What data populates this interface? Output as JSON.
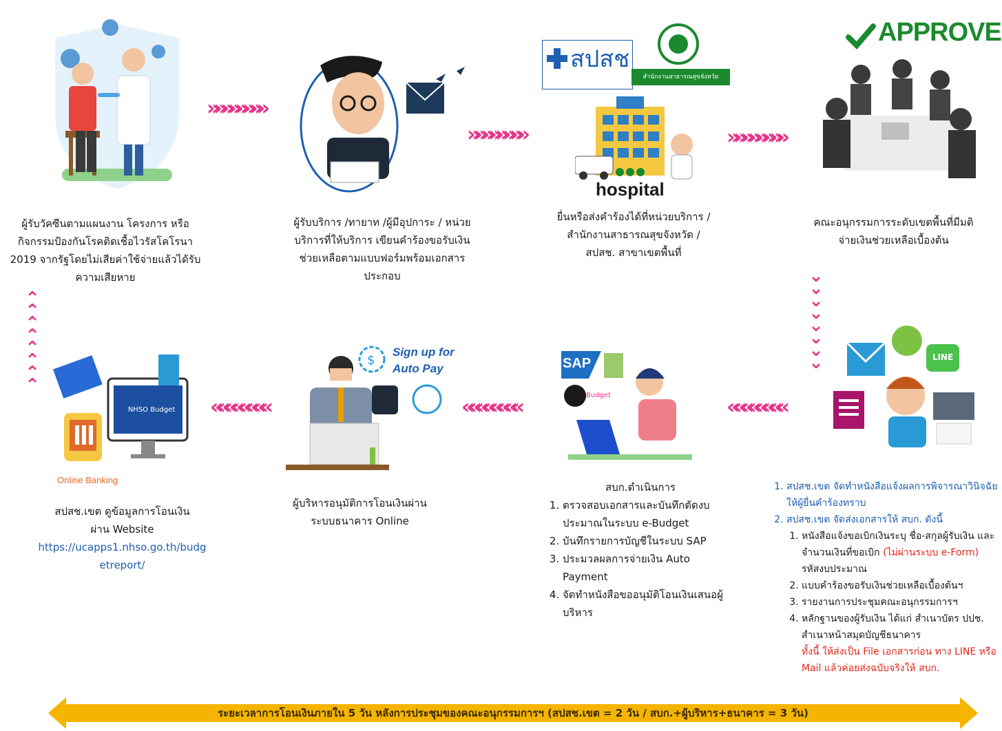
{
  "steps": {
    "s1": "ผู้รับวัคซีนตามแผนงาน โครงการ หรือกิจกรรมป้องกันโรคติดเชื้อไวรัสโคโรนา 2019 จากรัฐโดยไม่เสียค่าใช้จ่ายแล้วได้รับความเสียหาย",
    "s2": "ผู้รับบริการ /ทายาท /ผู้มีอุปการะ / หน่วยบริการที่ให้บริการ เขียนคำร้องขอรับเงินช่วยเหลือตามแบบฟอร์มพร้อมเอกสารประกอบ",
    "s3": "ยื่นหรือส่งคำร้องได้ที่หน่วยบริการ /สำนักงานสาธารณสุขจังหวัด / สปสช. สาขาเขตพื้นที่",
    "s4": "คณะอนุกรรมการระดับเขตพื้นที่มีมติจ่ายเงินช่วยเหลือเบื้องต้น",
    "s6_title": "สบก.ดำเนินการ",
    "s6_items": [
      "ตรวจสอบเอกสารและบันทึกตัดงบประมาณในระบบ e-Budget",
      "บันทึกรายการบัญชีในระบบ SAP",
      "ประมวลผลการจ่ายเงิน Auto Payment",
      "จัดทำหนังสือขออนุมัติโอนเงินเสนอผู้บริหาร"
    ],
    "s7": "ผู้บริหารอนุมัติการโอนเงินผ่านระบบธนาคาร Online",
    "s8_line1": "สปสช.เขต ดูข้อมูลการโอนเงิน",
    "s8_line2": "ผ่าน Website",
    "s8_link": "https://ucapps1.nhso.go.th/budgetreport/"
  },
  "step5": {
    "item1": "สปสช.เขต จัดทำหนังสือแจ้งผลการพิจารณาวินิจฉัยให้ผู้ยื่นคำร้องทราบ",
    "item2": "สปสช.เขต จัดส่งเอกสารให้ สบก. ดังนี้",
    "sub1_a": "หนังสือแจ้งขอเบิกเงินระบุ ชื่อ-สกุลผู้รับเงิน และจำนวนเงินที่ขอเบิก",
    "sub1_red": "(ไม่ผ่านระบบ e-Form)",
    "sub1_b": "รหัสงบประมาณ",
    "sub2": "แบบคำร้องขอรับเงินช่วยเหลือเบื้องต้นฯ",
    "sub3": "รายงานการประชุมคณะอนุกรรมการฯ",
    "sub4": "หลักฐานของผู้รับเงิน ได้แก่ สำเนาบัตร ปปช. สำเนาหน้าสมุดบัญชีธนาคาร",
    "note": "ทั้งนี้ ให้ส่งเป็น File เอกสารก่อน ทาง LINE หรือ Mail แล้วค่อยส่งฉบับจริงให้ สบก."
  },
  "labels": {
    "approved": "APPROVED",
    "hospital": "hospital",
    "nhso_logo": "สปสช",
    "provincial_office": "สำนักงานสาธารณสุขจังหวัด",
    "sign_up_1": "Sign up for",
    "sign_up_2": "Auto Pay",
    "sap": "SAP",
    "ebudget": "Budget",
    "nhso_budget": "NHSO Budget",
    "online_banking": "Online Banking",
    "line": "LINE"
  },
  "timeline": "ระยะเวลาการโอนเงินภายใน 5 วัน หลังการประชุมของคณะอนุกรรมการฯ (สปสช.เขต = 2 วัน / สบก.+ผู้บริหาร+ธนาคาร = 3 วัน)",
  "arrows": {
    "right": "»»»»»»»»",
    "left": "««««««««",
    "down": "⌄",
    "up": "⌃"
  },
  "colors": {
    "arrow": "#e8348a",
    "timeline": "#f5b400",
    "approved": "#1b8a2e",
    "link": "#1d5fb0",
    "note": "#e0261b"
  }
}
